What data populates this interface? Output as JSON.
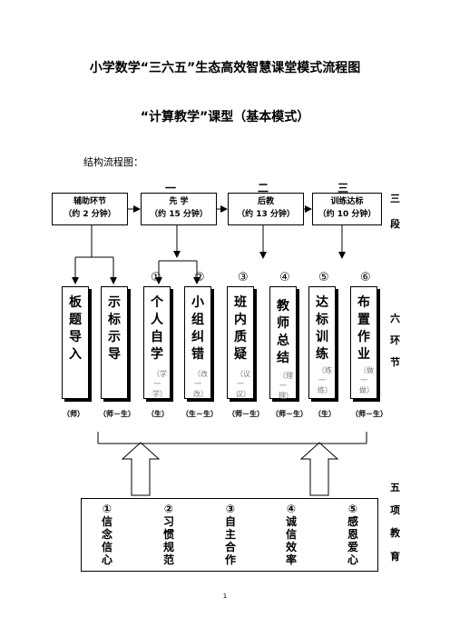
{
  "title": "小学数学“三六五”生态高效智慧课堂模式流程图",
  "subtitle": "“计算教学”课型（基本模式）",
  "structure_label": "结构流程图：",
  "stage_numbers": [
    "一",
    "二",
    "三"
  ],
  "phases": [
    {
      "name": "辅助环节",
      "time": "（约 2 分钟）"
    },
    {
      "name": "先 学",
      "time": "（约 15 分钟）"
    },
    {
      "name": "后教",
      "time": "（约 13 分钟）"
    },
    {
      "name": "训练达标",
      "time": "（约 10 分钟）"
    }
  ],
  "side_labels": {
    "three": [
      "三",
      "段"
    ],
    "six": [
      "六",
      "环",
      "节"
    ],
    "five": [
      "五",
      "项",
      "教",
      "育"
    ]
  },
  "step_numbers": [
    "①",
    "②",
    "③",
    "④",
    "⑤",
    "⑥"
  ],
  "steps": [
    {
      "chars": [
        "板",
        "题",
        "导",
        "入"
      ],
      "note": "",
      "role": "（师）"
    },
    {
      "chars": [
        "示",
        "标",
        "示",
        "导"
      ],
      "note": "",
      "role": "（师－生）"
    },
    {
      "chars": [
        "个",
        "人",
        "自",
        "学"
      ],
      "note": "（学一学）",
      "role": "（生）"
    },
    {
      "chars": [
        "小",
        "组",
        "纠",
        "错"
      ],
      "note": "（改一改）",
      "role": "（生－生）"
    },
    {
      "chars": [
        "班",
        "内",
        "质",
        "疑"
      ],
      "note": "（议一议）",
      "role": "（师－生）"
    },
    {
      "chars": [
        "教",
        "师",
        "总",
        "结"
      ],
      "note": "（理一理）",
      "role": "（师－生）"
    },
    {
      "chars": [
        "达",
        "标",
        "训",
        "练"
      ],
      "note": "（练一练）",
      "role": "（生）"
    },
    {
      "chars": [
        "布",
        "置",
        "作",
        "业"
      ],
      "note": "（做一做）",
      "role": "（师－生）"
    }
  ],
  "education": [
    {
      "num": "①",
      "chars": [
        "信",
        "念",
        "信",
        "心"
      ]
    },
    {
      "num": "②",
      "chars": [
        "习",
        "惯",
        "规",
        "范"
      ]
    },
    {
      "num": "③",
      "chars": [
        "自",
        "主",
        "合",
        "作"
      ]
    },
    {
      "num": "④",
      "chars": [
        "诚",
        "信",
        "效",
        "率"
      ]
    },
    {
      "num": "⑤",
      "chars": [
        "感",
        "恩",
        "爱",
        "心"
      ]
    }
  ],
  "page_number": "1"
}
